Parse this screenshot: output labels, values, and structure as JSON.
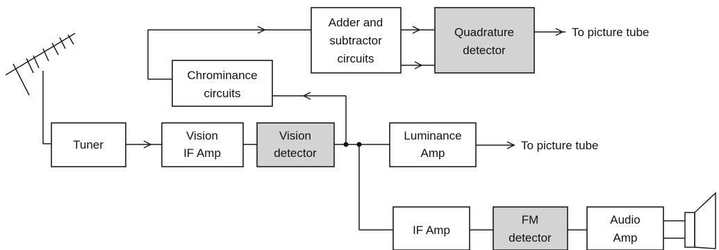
{
  "blocks": {
    "adder": [
      "Adder and",
      "subtractor",
      "circuits"
    ],
    "quadrature": [
      "Quadrature",
      "detector"
    ],
    "chrominance": [
      "Chrominance",
      "circuits"
    ],
    "tuner": [
      "Tuner"
    ],
    "vision_if": [
      "Vision",
      "IF Amp"
    ],
    "vision_det": [
      "Vision",
      "detector"
    ],
    "luminance": [
      "Luminance",
      "Amp"
    ],
    "if_amp": [
      "IF Amp"
    ],
    "fm_det": [
      "FM",
      "detector"
    ],
    "audio": [
      "Audio",
      "Amp"
    ]
  },
  "outputs": {
    "color_out": "To picture tube",
    "luma_out": "To picture tube"
  },
  "colors": {
    "stroke": "#1a1a1a",
    "shaded_fill": "#d3d3d3",
    "box_fill": "#ffffff"
  },
  "icons": {
    "antenna": "antenna-icon",
    "speaker": "speaker-icon"
  }
}
